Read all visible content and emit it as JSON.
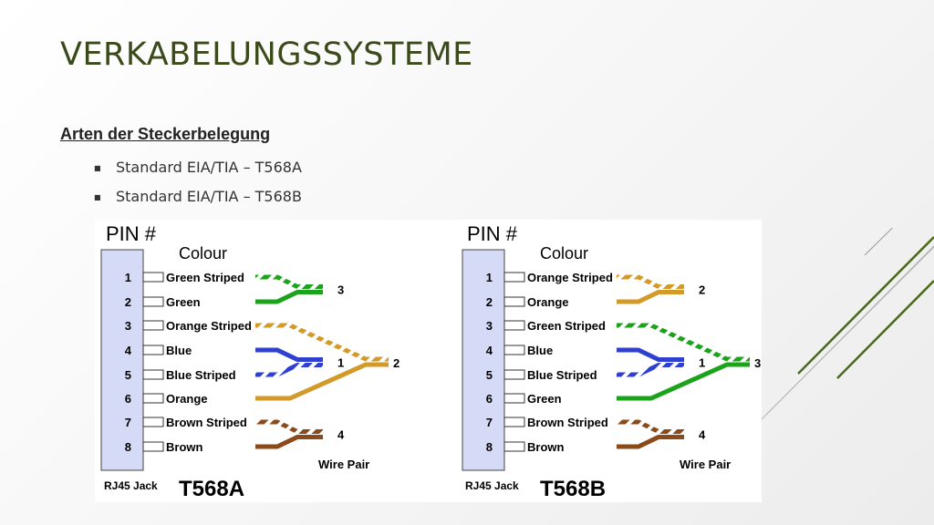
{
  "title": "VERKABELUNGSSYSTEME",
  "subtitle": "Arten der Steckerbelegung",
  "bullets": [
    "Standard EIA/TIA – T568A",
    "Standard EIA/TIA – T568B"
  ],
  "colors": {
    "title": "#3a4a1a",
    "accent_lines": "#4a6a1a",
    "jack_fill": "#d5daf6",
    "green": "#1ca31c",
    "orange": "#d39a2a",
    "blue": "#2f3fd0",
    "brown": "#8b4a1a"
  },
  "diagrams": [
    {
      "pin_header": "PIN #",
      "colour_header": "Colour",
      "pins": [
        {
          "num": "1",
          "label": "Green Striped",
          "color": "green",
          "striped": true
        },
        {
          "num": "2",
          "label": "Green",
          "color": "green",
          "striped": false
        },
        {
          "num": "3",
          "label": "Orange Striped",
          "color": "orange",
          "striped": true
        },
        {
          "num": "4",
          "label": "Blue",
          "color": "blue",
          "striped": false
        },
        {
          "num": "5",
          "label": "Blue Striped",
          "color": "blue",
          "striped": true
        },
        {
          "num": "6",
          "label": "Orange",
          "color": "orange",
          "striped": false
        },
        {
          "num": "7",
          "label": "Brown Striped",
          "color": "brown",
          "striped": true
        },
        {
          "num": "8",
          "label": "Brown",
          "color": "brown",
          "striped": false
        }
      ],
      "pairs": [
        "3",
        "1",
        "2",
        "4"
      ],
      "wire_pair_label": "Wire Pair",
      "jack_label": "RJ45 Jack",
      "standard": "T568A"
    },
    {
      "pin_header": "PIN #",
      "colour_header": "Colour",
      "pins": [
        {
          "num": "1",
          "label": "Orange Striped",
          "color": "orange",
          "striped": true
        },
        {
          "num": "2",
          "label": "Orange",
          "color": "orange",
          "striped": false
        },
        {
          "num": "3",
          "label": "Green Striped",
          "color": "green",
          "striped": true
        },
        {
          "num": "4",
          "label": "Blue",
          "color": "blue",
          "striped": false
        },
        {
          "num": "5",
          "label": "Blue Striped",
          "color": "blue",
          "striped": true
        },
        {
          "num": "6",
          "label": "Green",
          "color": "green",
          "striped": false
        },
        {
          "num": "7",
          "label": "Brown Striped",
          "color": "brown",
          "striped": true
        },
        {
          "num": "8",
          "label": "Brown",
          "color": "brown",
          "striped": false
        }
      ],
      "pairs": [
        "2",
        "1",
        "3",
        "4"
      ],
      "wire_pair_label": "Wire Pair",
      "jack_label": "RJ45 Jack",
      "standard": "T568B"
    }
  ]
}
